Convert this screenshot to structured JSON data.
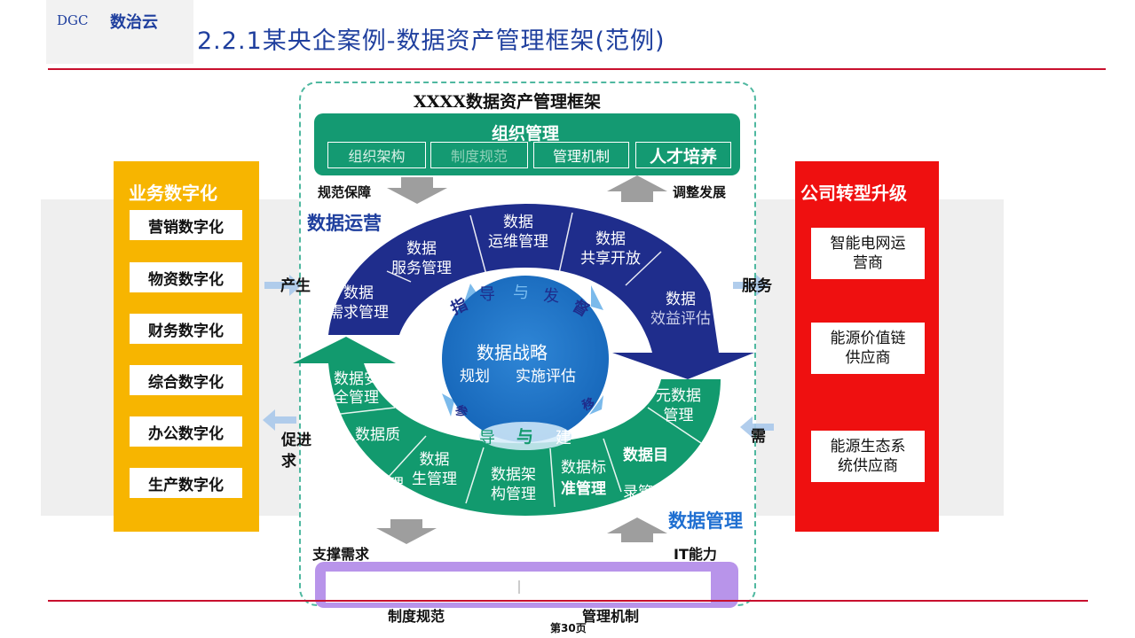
{
  "header": {
    "brand_en": "DGC",
    "brand_cn": "数治云",
    "title": "2.2.1某央企案例-数据资产管理框架(范例)"
  },
  "framework": {
    "title": "XXXX数据资产管理框架",
    "org": {
      "title": "组织管理",
      "items": [
        "组织架构",
        "制度规范",
        "管理机制",
        "人才培养"
      ]
    },
    "top_left_label": "规范保障",
    "top_right_label": "调整发展",
    "operations": {
      "title": "数据运营",
      "segments": [
        [
          "数据",
          "需求管理"
        ],
        [
          "数据",
          "服务管理"
        ],
        [
          "数据",
          "运维管理"
        ],
        [
          "数据",
          "共享开放"
        ],
        [
          "数据",
          "效益评估"
        ]
      ],
      "arc_text": [
        "指",
        "导",
        "与",
        "发",
        "督"
      ]
    },
    "strategy": {
      "title": "数据战略",
      "items": [
        "规划",
        "实施评估"
      ]
    },
    "management": {
      "title": "数据管理",
      "segments": [
        [
          "数据安",
          "全管理"
        ],
        [
          "数据质",
          "量管理"
        ],
        [
          "数据",
          "生管理"
        ],
        [
          "数据架",
          "构管理"
        ],
        [
          "数据标",
          "准管理"
        ],
        [
          "数据目",
          "录管理"
        ],
        [
          "元数据",
          "管理"
        ]
      ],
      "arc_text": [
        "参",
        "导",
        "与",
        "建",
        "移"
      ]
    },
    "bottom_left_label": "支撑需求",
    "bottom_right_label": "IT能力",
    "footer_items": [
      "制度规范",
      "管理机制"
    ]
  },
  "left_panel": {
    "title": "业务数字化",
    "items": [
      "营销数字化",
      "物资数字化",
      "财务数字化",
      "综合数字化",
      "办公数字化",
      "生产数字化"
    ]
  },
  "right_panel": {
    "title": "公司转型升级",
    "items": [
      [
        "智能电网运",
        "营商"
      ],
      [
        "能源价值链",
        "供应商"
      ],
      [
        "能源生态系",
        "统供应商"
      ]
    ]
  },
  "connectors": {
    "produce": "产生",
    "promote_1": "促进",
    "promote_2": "求",
    "serve": "服务",
    "need": "需"
  },
  "page": {
    "number": "第30页"
  },
  "colors": {
    "navy": "#1f2d8c",
    "green": "#129a6e",
    "yellow": "#f7b500",
    "red": "#ef1010",
    "blue_circle": "#1a73c8",
    "purple": "#b894ea",
    "accent_line": "#c8102e"
  }
}
